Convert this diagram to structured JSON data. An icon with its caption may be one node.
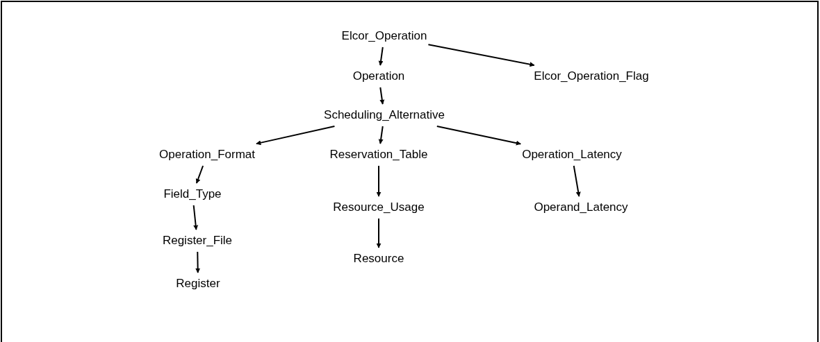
{
  "diagram": {
    "nodes": [
      {
        "text": [
          "Elcor_Operation"
        ]
      },
      {
        "text": [
          "Operation"
        ]
      },
      {
        "text": [
          "Elcor_Operation_Flag"
        ]
      },
      {
        "text": [
          "Scheduling_Alternative"
        ]
      },
      {
        "text": [
          "Operation_Format"
        ]
      },
      {
        "text": [
          "Reservation_Table"
        ]
      },
      {
        "text": [
          "Operation_Latency"
        ]
      },
      {
        "text": [
          "Field_Type"
        ]
      },
      {
        "text": [
          "Resource_Usage"
        ]
      },
      {
        "text": [
          "Operand_Latency"
        ]
      },
      {
        "text": [
          "Register_File"
        ]
      },
      {
        "text": [
          "Resource"
        ]
      },
      {
        "text": [
          "Register"
        ]
      }
    ],
    "edges": [
      {
        "from": 0,
        "to": 1,
        "arrow": "to"
      },
      {
        "from": 0,
        "to": 2,
        "arrow": "to"
      },
      {
        "from": 1,
        "to": 3,
        "arrow": "to"
      },
      {
        "from": 3,
        "to": 4,
        "arrow": "to"
      },
      {
        "from": 3,
        "to": 5,
        "arrow": "to"
      },
      {
        "from": 3,
        "to": 6,
        "arrow": "to"
      },
      {
        "from": 4,
        "to": 7,
        "arrow": "to"
      },
      {
        "from": 7,
        "to": 10,
        "arrow": "to"
      },
      {
        "from": 10,
        "to": 12,
        "arrow": "to"
      },
      {
        "from": 5,
        "to": 8,
        "arrow": "to"
      },
      {
        "from": 8,
        "to": 11,
        "arrow": "to"
      },
      {
        "from": 6,
        "to": 9,
        "arrow": "to"
      }
    ]
  }
}
